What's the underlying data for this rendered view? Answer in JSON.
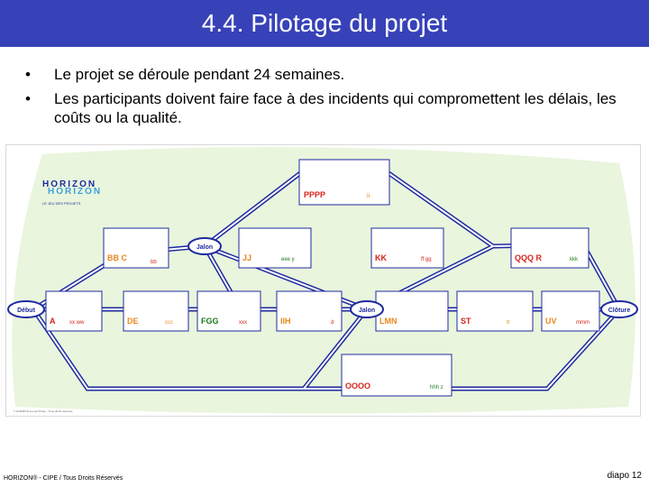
{
  "slide": {
    "title": "4.4. Pilotage du projet",
    "bullets": [
      "Le projet se déroule pendant 24 semaines.",
      "Les participants doivent faire face à des incidents qui compromettent les délais, les coûts ou la qualité."
    ],
    "bullet_marker": "•"
  },
  "figure": {
    "logo": {
      "line1": "HORIZON",
      "line2": "HORIZON",
      "tagline": "LE JEU DES PROJETS"
    },
    "nodes": {
      "debut": "Début",
      "jalon1": "Jalon",
      "jalon2": "Jalon",
      "cloture": "Clôture"
    },
    "task_codes": [
      "PPPP",
      "BB C",
      "JJ",
      "KK",
      "QQQ R",
      "A",
      "DE",
      "FGG",
      "IIH",
      "LMN",
      "ST",
      "UV",
      "OOOO"
    ],
    "task_extras": [
      "ii",
      "bb",
      "eee y",
      "ff gg",
      "kkk",
      "xx ww",
      "ccc",
      "xxx",
      "d",
      "tt",
      "mmm",
      "hhh z"
    ],
    "small_caption": "© HORIZON Jeu de Projet – Tous droits réservés"
  },
  "footer": {
    "left": "HORIZON® - CIPE / Tous Droits Réservés",
    "right": "diapo 12"
  },
  "colors": {
    "title_bg": "#3742b8",
    "path_blue": "#1e2aa0",
    "task_red": "#d4241c",
    "task_orange": "#e8891c",
    "background_green": "#e9f5dc"
  }
}
